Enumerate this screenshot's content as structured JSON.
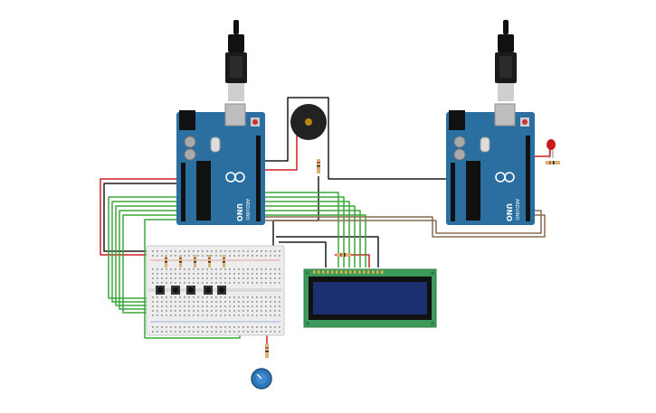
{
  "boards": [
    {
      "id": "uno-left",
      "label": "UNO",
      "brand": "ARDUINO"
    },
    {
      "id": "uno-right",
      "label": "UNO",
      "brand": "ARDUINO"
    }
  ],
  "colors": {
    "board": "#2a6fa0",
    "board_dark": "#1f5580",
    "breadboard": "#ededed",
    "lcd_pcb": "#3c9a5a",
    "lcd_screen": "#1c2f6e",
    "wire_green": "#3aa63a",
    "wire_red": "#d02020",
    "wire_black": "#1b1b1b",
    "wire_brown": "#8a6a52",
    "led": "#cc1a1a",
    "buzzer": "#222222",
    "pot": "#2e77b8"
  },
  "icons": {
    "usb_cable": "usb-cable-icon",
    "buzzer": "buzzer-icon",
    "led": "led-icon",
    "potentiometer": "potentiometer-icon",
    "pushbutton": "pushbutton-icon",
    "resistor": "resistor-icon"
  }
}
